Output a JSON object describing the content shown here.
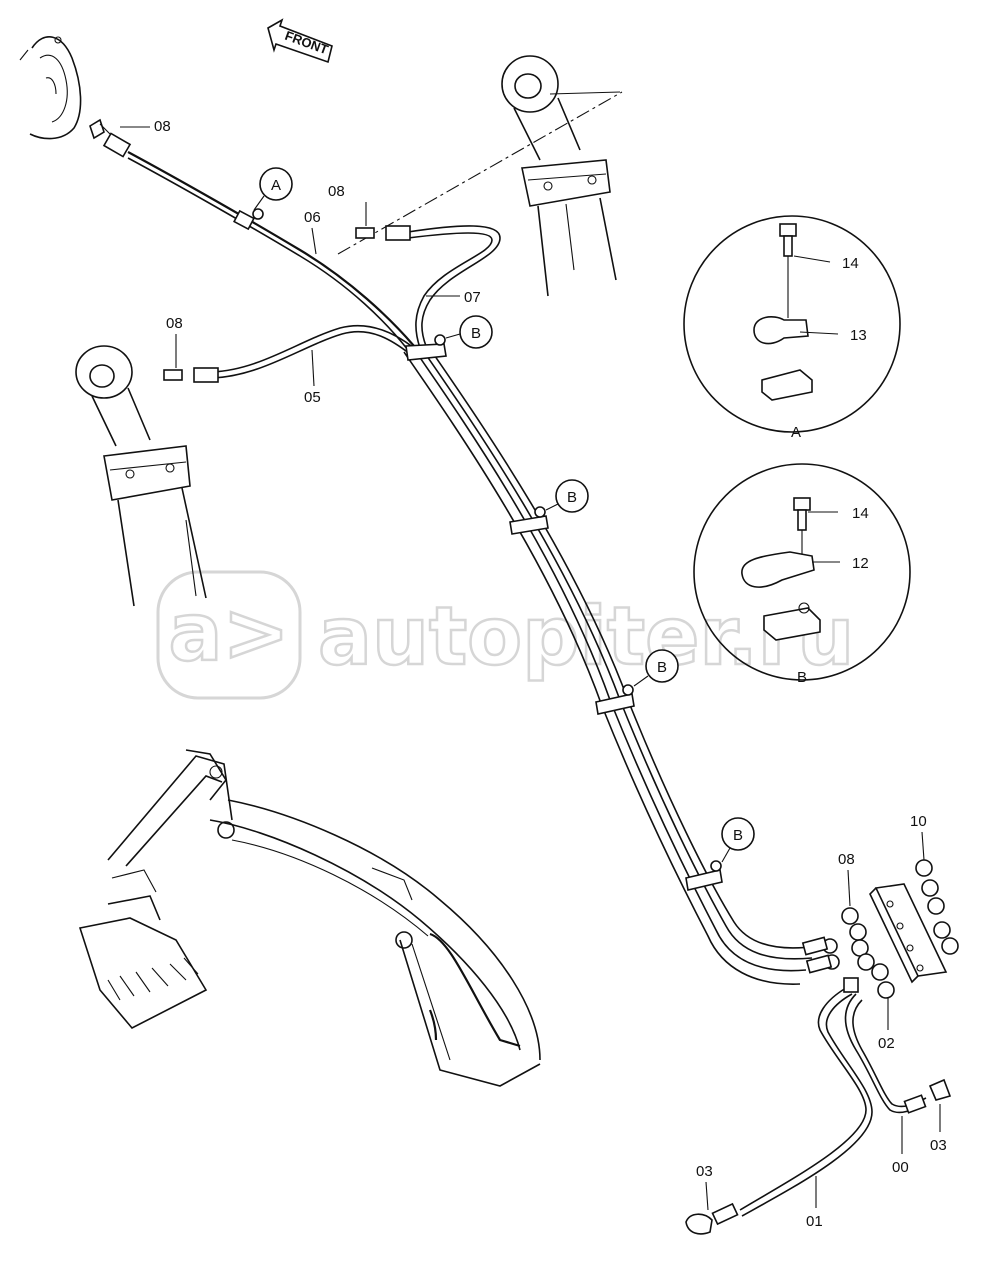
{
  "direction_label": "FRONT",
  "watermark": {
    "logo_text": "a>",
    "site_text": "autopiter.ru"
  },
  "callouts": {
    "a": "A",
    "b1": "B",
    "b2": "B",
    "b3": "B",
    "b4": "B"
  },
  "part_labels": {
    "p08_top": "08",
    "p08_mid": "08",
    "p08_left": "08",
    "p08_right": "08",
    "p06": "06",
    "p07": "07",
    "p05": "05",
    "p14_a": "14",
    "p13": "13",
    "p14_b": "14",
    "p12": "12",
    "p10": "10",
    "p02": "02",
    "p03_right": "03",
    "p00": "00",
    "p03_left": "03",
    "p01": "01"
  },
  "detail_labels": {
    "detail_a": "A",
    "detail_b": "B"
  }
}
